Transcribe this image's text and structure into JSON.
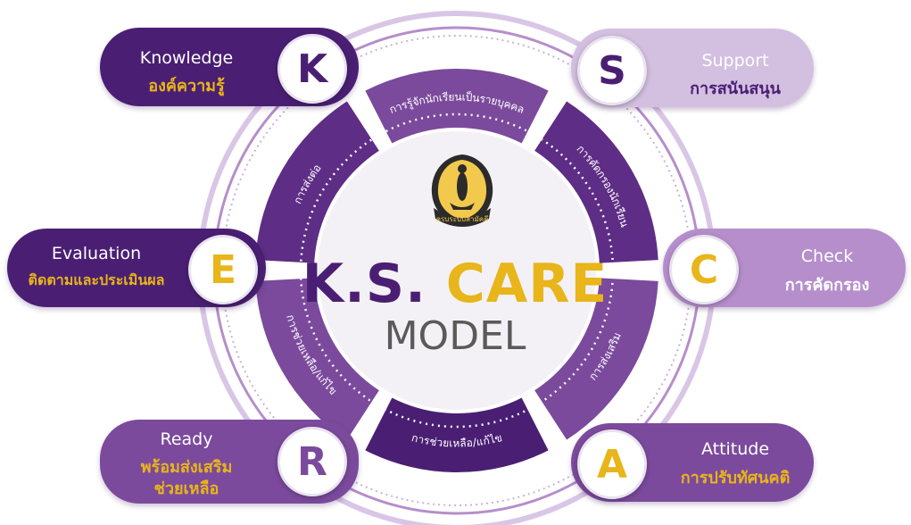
{
  "colors": {
    "dark_purple": "#4a1f73",
    "mid_purple": "#7b4a9c",
    "light_purple": "#b58ecb",
    "lavender": "#d9c6e6",
    "gold": "#e8b51a",
    "white": "#ffffff",
    "gray_text": "#5a5a5a"
  },
  "center": {
    "title_left": "K.S.",
    "title_right": "CARE",
    "subtitle": "MODEL",
    "emblem_text": "ครบระบบสามัคคี"
  },
  "segments": [
    {
      "key": "top",
      "label": "การรู้จักนักเรียนเป็นรายบุคคล"
    },
    {
      "key": "top-right",
      "label": "การคัดกรองนักเรียน"
    },
    {
      "key": "bottom-right",
      "label": "การส่งเสริม"
    },
    {
      "key": "bottom",
      "label": "การช่วยเหลือ/แก้ไข"
    },
    {
      "key": "bottom-left",
      "label": "การช่วยเหลือ/แก้ไข"
    },
    {
      "key": "top-left",
      "label": "การส่งต่อ"
    }
  ],
  "items": {
    "knowledge": {
      "letter": "K",
      "en": "Knowledge",
      "th": "องค์ความรู้"
    },
    "support": {
      "letter": "S",
      "en": "Support",
      "th": "การสนันสนุน"
    },
    "evaluation": {
      "letter": "E",
      "en": "Evaluation",
      "th": "ติดตามและประเมินผล"
    },
    "check": {
      "letter": "C",
      "en": "Check",
      "th": "การคัดกรอง"
    },
    "ready": {
      "letter": "R",
      "en": "Ready",
      "th_line1": "พร้อมส่งเสริม",
      "th_line2": "ช่วยเหลือ"
    },
    "attitude": {
      "letter": "A",
      "en": "Attitude",
      "th": "การปรับทัศนคติ"
    }
  }
}
